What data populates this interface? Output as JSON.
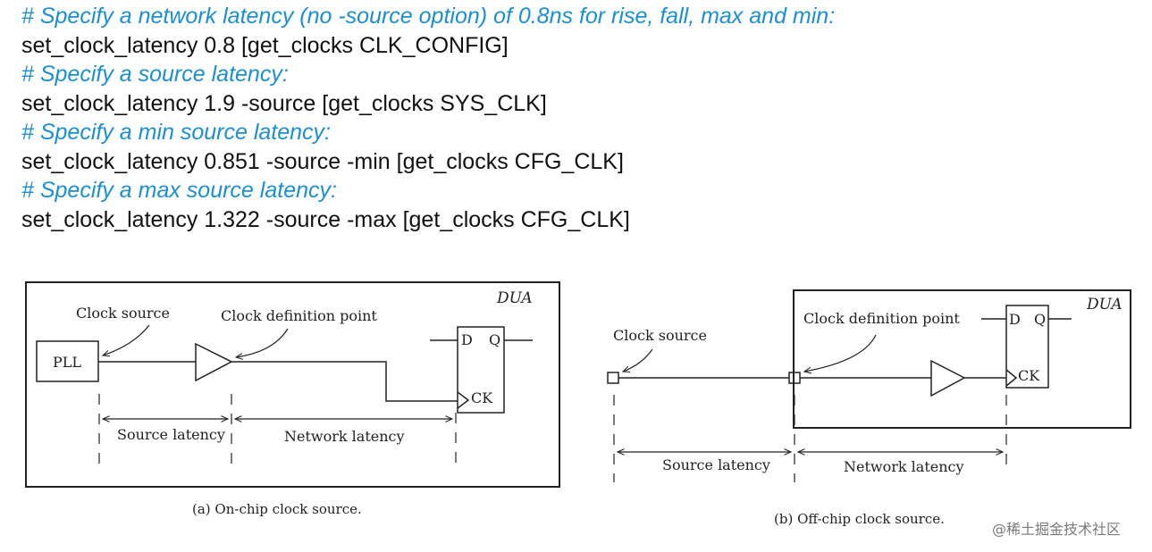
{
  "code_lines": [
    {
      "type": "comment",
      "text": "# Specify a network latency (no -source option) of 0.8ns for  rise, fall, max and min:"
    },
    {
      "type": "command",
      "text": "set_clock_latency 0.8 [get_clocks CLK_CONFIG]"
    },
    {
      "type": "comment",
      "text": "# Specify a source latency:"
    },
    {
      "type": "command",
      "text": "set_clock_latency 1.9 -source [get_clocks SYS_CLK]"
    },
    {
      "type": "comment",
      "text": "# Specify a min source latency:"
    },
    {
      "type": "command",
      "text": "set_clock_latency 0.851 -source -min [get_clocks CFG_CLK]"
    },
    {
      "type": "comment",
      "text": "# Specify a max source latency:"
    },
    {
      "type": "command",
      "text": "set_clock_latency 1.322 -source -max [get_clocks CFG_CLK]"
    }
  ],
  "diagram_a": {
    "dua_label": "DUA",
    "clock_source_label": "Clock source",
    "clock_definition_label": "Clock definition point",
    "pll_label": "PLL",
    "ff_d": "D",
    "ff_q": "Q",
    "ff_ck": "CK",
    "source_latency_label": "Source latency",
    "network_latency_label": "Network latency",
    "caption": "(a) On-chip clock source."
  },
  "diagram_b": {
    "dua_label": "DUA",
    "clock_source_label": "Clock source",
    "clock_definition_label": "Clock definition point",
    "ff_d": "D",
    "ff_q": "Q",
    "ff_ck": "CK",
    "source_latency_label": "Source latency",
    "network_latency_label": "Network latency",
    "caption": "(b) Off-chip clock source."
  },
  "watermark": "@稀土掘金技术社区",
  "colors": {
    "comment": "#1b8fd0",
    "command": "#111111",
    "diagram_stroke": "#222222"
  }
}
